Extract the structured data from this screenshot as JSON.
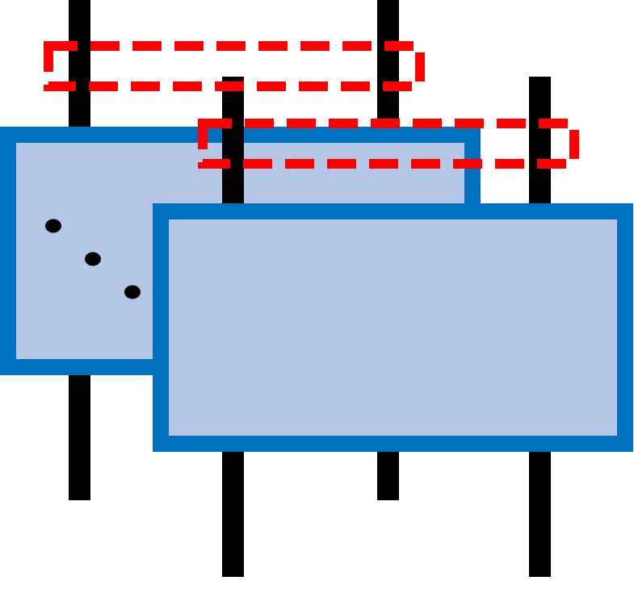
{
  "diagram": {
    "colors": {
      "background": "#ffffff",
      "line": "#000000",
      "box_fill": "#b4c7e7",
      "box_border": "#0070c0",
      "highlight_dash": "#ff0000",
      "dot": "#000000"
    },
    "elements": {
      "vertical_lines": 4,
      "stacked_boxes": 2,
      "dashed_highlights": 2,
      "ellipsis_dots": 3
    }
  }
}
